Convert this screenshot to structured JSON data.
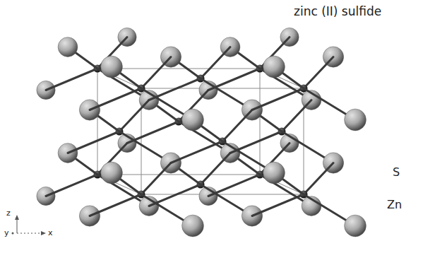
{
  "diagram": {
    "title": "zinc (II) sulfide",
    "labels": [
      "S",
      "Zn",
      "z",
      "y",
      "x"
    ]
  }
}
